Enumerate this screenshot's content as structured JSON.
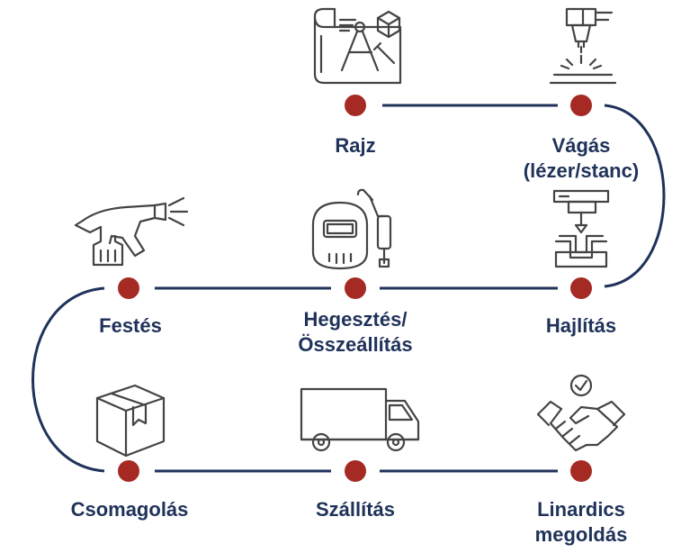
{
  "colors": {
    "line": "#1f3259",
    "dot": "#a52a24",
    "label": "#1f3259",
    "icon": "#444444"
  },
  "steps": [
    {
      "label": "Rajz",
      "icon": "blueprint-icon"
    },
    {
      "label": "Vágás (lézer/stanc)",
      "icon": "laser-cutter-icon"
    },
    {
      "label": "Hajlítás",
      "icon": "press-brake-icon"
    },
    {
      "label": "Hegesztés/ Összeállítás",
      "icon": "welding-mask-icon"
    },
    {
      "label": "Festés",
      "icon": "spray-gun-icon"
    },
    {
      "label": "Csomagolás",
      "icon": "box-icon"
    },
    {
      "label": "Szállítás",
      "icon": "truck-icon"
    },
    {
      "label": "Linardics megoldás",
      "icon": "handshake-icon"
    }
  ]
}
